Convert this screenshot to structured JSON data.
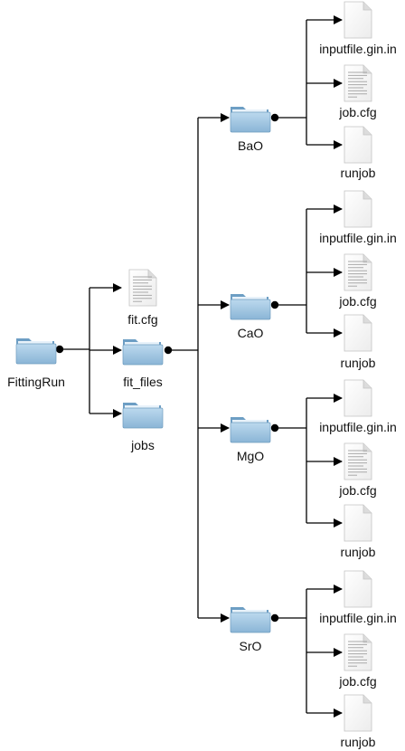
{
  "root": {
    "label": "FittingRun",
    "icon": "folder-icon"
  },
  "level1": [
    {
      "label": "fit.cfg",
      "icon": "text-document-icon"
    },
    {
      "label": "fit_files",
      "icon": "folder-icon"
    },
    {
      "label": "jobs",
      "icon": "folder-icon"
    }
  ],
  "groups": [
    {
      "label": "BaO",
      "icon": "folder-icon",
      "files": [
        {
          "label": "inputfile.gin.in",
          "icon": "blank-document-icon"
        },
        {
          "label": "job.cfg",
          "icon": "text-document-icon"
        },
        {
          "label": "runjob",
          "icon": "blank-document-icon"
        }
      ]
    },
    {
      "label": "CaO",
      "icon": "folder-icon",
      "files": [
        {
          "label": "inputfile.gin.in",
          "icon": "blank-document-icon"
        },
        {
          "label": "job.cfg",
          "icon": "text-document-icon"
        },
        {
          "label": "runjob",
          "icon": "blank-document-icon"
        }
      ]
    },
    {
      "label": "MgO",
      "icon": "folder-icon",
      "files": [
        {
          "label": "inputfile.gin.in",
          "icon": "blank-document-icon"
        },
        {
          "label": "job.cfg",
          "icon": "text-document-icon"
        },
        {
          "label": "runjob",
          "icon": "blank-document-icon"
        }
      ]
    },
    {
      "label": "SrO",
      "icon": "folder-icon",
      "files": [
        {
          "label": "inputfile.gin.in",
          "icon": "blank-document-icon"
        },
        {
          "label": "job.cfg",
          "icon": "text-document-icon"
        },
        {
          "label": "runjob",
          "icon": "blank-document-icon"
        }
      ]
    }
  ],
  "colors": {
    "folder_front": "#9fc6e2",
    "folder_back": "#6d9ec4",
    "line": "#000000",
    "paper": "#f6f6f6"
  }
}
